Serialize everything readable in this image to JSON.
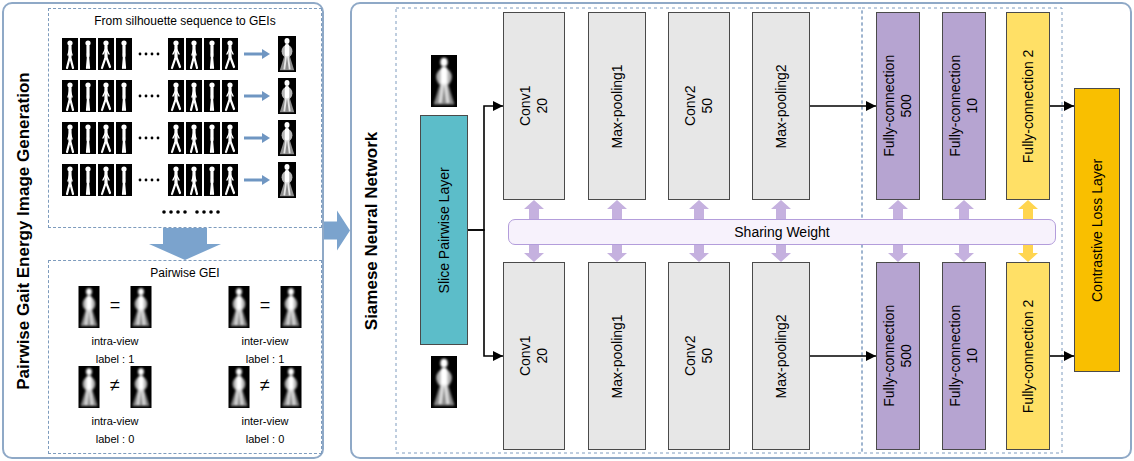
{
  "diagram": {
    "nodes": [
      {
        "text": [
          "Pairwise Gait Energy Image Generation"
        ]
      },
      {
        "text": [
          "From silhouette sequence to GEIs"
        ],
        "in": 0
      },
      {
        "text": [
          "Pairwise GEI"
        ],
        "in": 0
      },
      {
        "text": [
          "Siamese Neural Network"
        ]
      },
      {
        "text": [
          "Slice Pairwise Layer"
        ],
        "in": 3
      },
      {
        "text": [
          "Conv1 20"
        ],
        "in": 3
      },
      {
        "text": [
          "Max-pooling1"
        ],
        "in": 3
      },
      {
        "text": [
          "Conv2 50"
        ],
        "in": 3
      },
      {
        "text": [
          "Max-pooling2"
        ],
        "in": 3
      },
      {
        "text": [
          "Fully-connection 500"
        ],
        "in": 3
      },
      {
        "text": [
          "Fully-connection 10"
        ],
        "in": 3
      },
      {
        "text": [
          "Fully-connection 2"
        ],
        "in": 3
      },
      {
        "text": [
          "Sharing Weight"
        ],
        "in": 3
      },
      {
        "text": [
          "Conv1 20"
        ],
        "in": 3
      },
      {
        "text": [
          "Max-pooling1"
        ],
        "in": 3
      },
      {
        "text": [
          "Conv2 50"
        ],
        "in": 3
      },
      {
        "text": [
          "Max-pooling2"
        ],
        "in": 3
      },
      {
        "text": [
          "Fully-connection 500"
        ],
        "in": 3
      },
      {
        "text": [
          "Fully-connection 10"
        ],
        "in": 3
      },
      {
        "text": [
          "Fully-connection 2"
        ],
        "in": 3
      },
      {
        "text": [
          "Contrastive Loss Layer"
        ],
        "in": 3
      }
    ],
    "edges": [
      {
        "from": 0,
        "to": 3,
        "arrow": "to"
      },
      {
        "from": 1,
        "to": 2,
        "arrow": "to"
      },
      {
        "from": 4,
        "to": 5,
        "arrow": "to"
      },
      {
        "from": 4,
        "to": 13,
        "arrow": "to"
      },
      {
        "from": 8,
        "to": 9,
        "arrow": "to"
      },
      {
        "from": 16,
        "to": 17,
        "arrow": "to"
      },
      {
        "from": 11,
        "to": 20,
        "arrow": "to"
      },
      {
        "from": 19,
        "to": 20,
        "arrow": "to"
      },
      {
        "from": 12,
        "to": 5,
        "arrow": "to"
      },
      {
        "from": 12,
        "to": 6,
        "arrow": "to"
      },
      {
        "from": 12,
        "to": 7,
        "arrow": "to"
      },
      {
        "from": 12,
        "to": 8,
        "arrow": "to"
      },
      {
        "from": 12,
        "to": 9,
        "arrow": "to"
      },
      {
        "from": 12,
        "to": 10,
        "arrow": "to"
      },
      {
        "from": 12,
        "to": 11,
        "arrow": "to"
      },
      {
        "from": 12,
        "to": 13,
        "arrow": "to"
      },
      {
        "from": 12,
        "to": 14,
        "arrow": "to"
      },
      {
        "from": 12,
        "to": 15,
        "arrow": "to"
      },
      {
        "from": 12,
        "to": 16,
        "arrow": "to"
      },
      {
        "from": 12,
        "to": 17,
        "arrow": "to"
      },
      {
        "from": 12,
        "to": 18,
        "arrow": "to"
      },
      {
        "from": 12,
        "to": 19,
        "arrow": "to"
      }
    ],
    "labels": [
      "=",
      "intra-view label : 1",
      "=",
      "inter-view label : 1",
      "≠",
      "intra-view label : 0",
      "≠",
      "inter-view label : 0"
    ]
  }
}
